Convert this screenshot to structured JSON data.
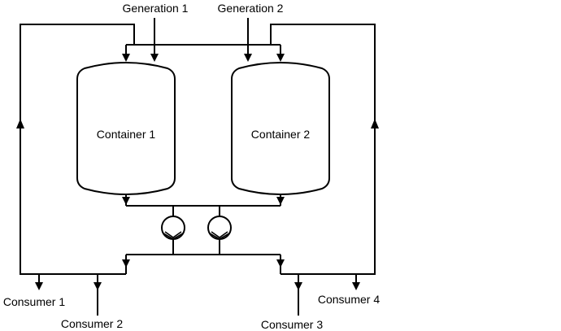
{
  "generation": {
    "gen1_label": "Generation 1",
    "gen2_label": "Generation 2"
  },
  "containers": {
    "c1_label": "Container 1",
    "c2_label": "Container 2"
  },
  "consumers": {
    "c1_label": "Consumer 1",
    "c2_label": "Consumer 2",
    "c3_label": "Consumer 3",
    "c4_label": "Consumer 4"
  }
}
